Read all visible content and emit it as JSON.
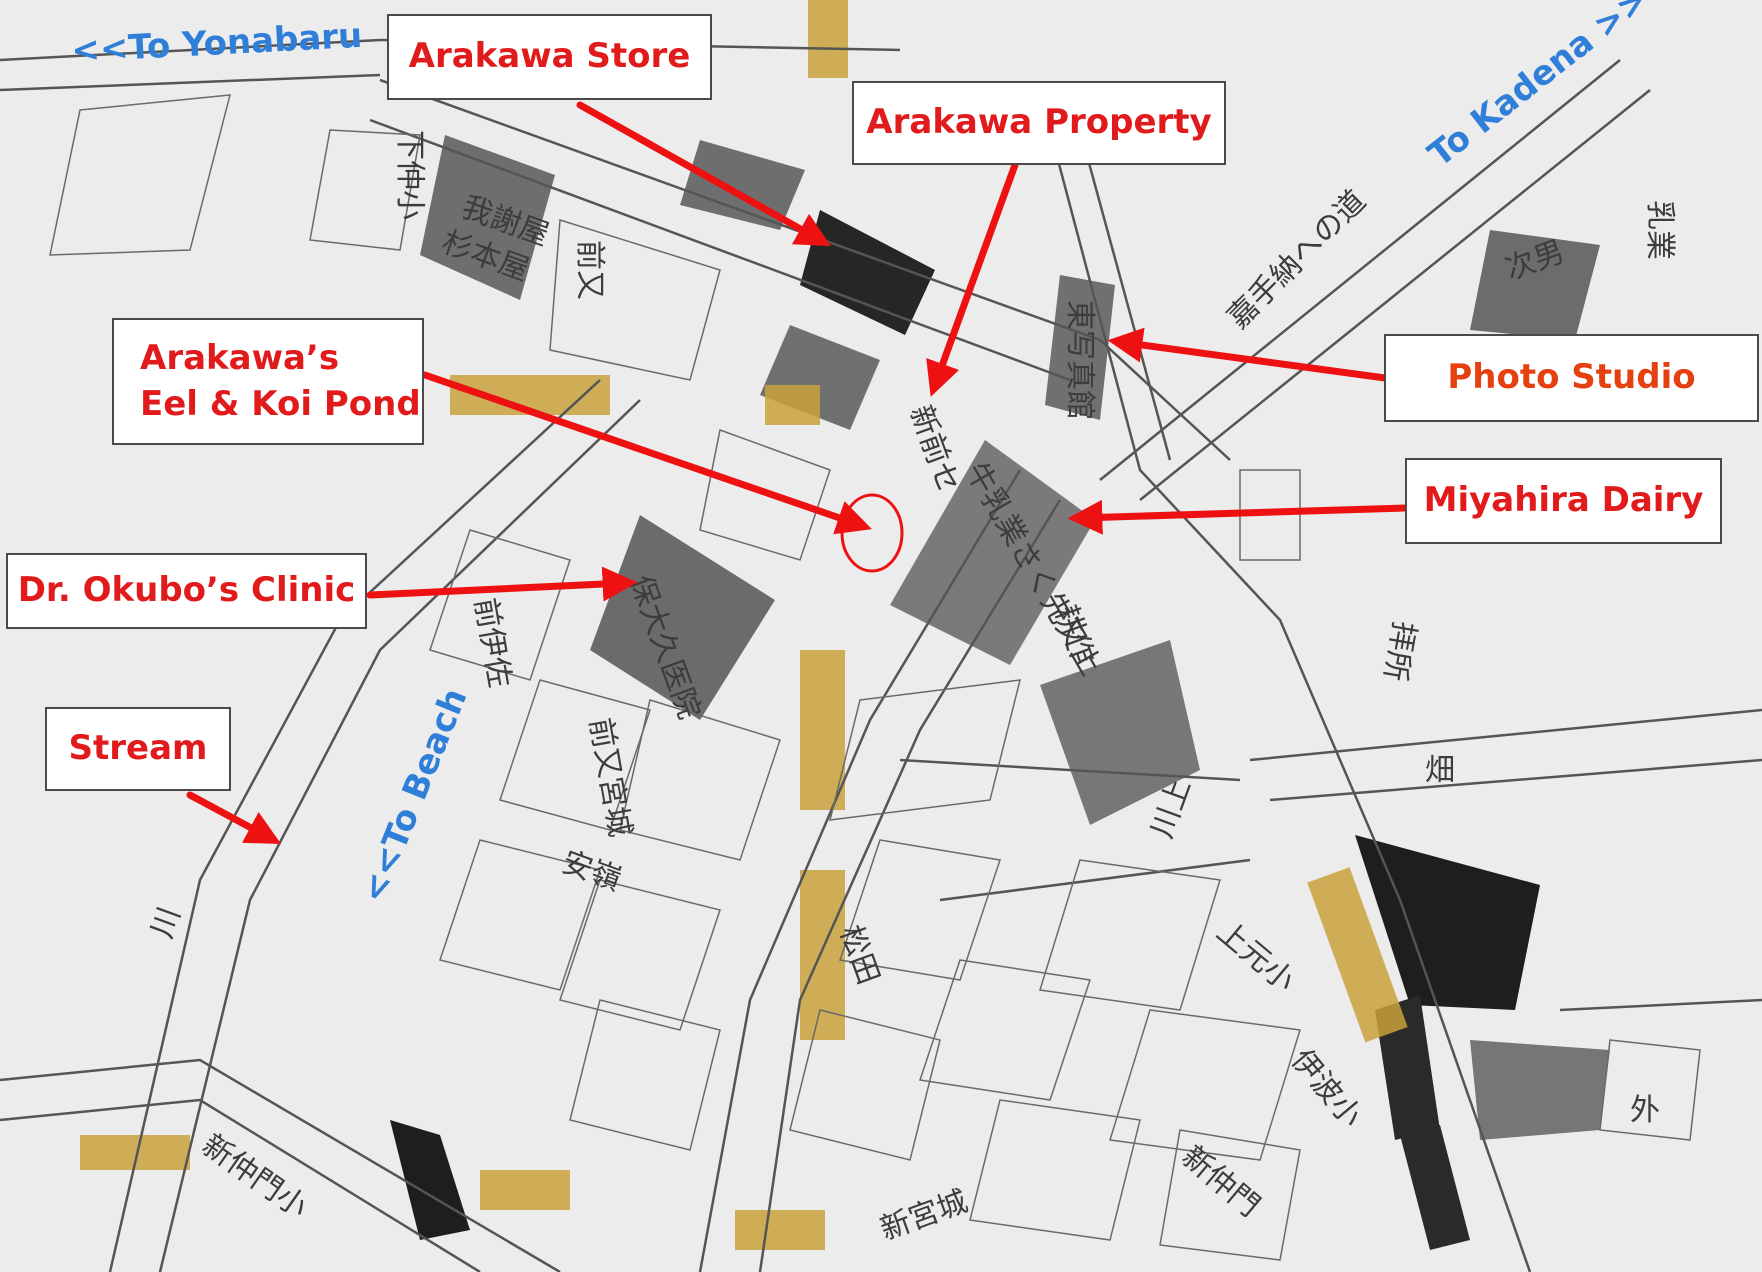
{
  "colors": {
    "paper": "#ececec",
    "road": "#555555",
    "callout_text": "#e11b1b",
    "photo_studio_text": "#e5400f",
    "arrow": "#ee1111",
    "direction_text": "#2f7fd8",
    "tape": "#c9a23c",
    "dark_lot": "#262626",
    "grey_lot": "#6e6e6e"
  },
  "callouts": {
    "arakawa_store": "Arakawa Store",
    "arakawa_property": "Arakawa Property",
    "eel_pond_line1": "Arakawa’s",
    "eel_pond_line2": "Eel & Koi Pond",
    "clinic": "Dr. Okubo’s Clinic",
    "stream": "Stream",
    "photo_studio": "Photo Studio",
    "dairy": "Miyahira Dairy"
  },
  "directions": {
    "yonabaru": "<<To Yonabaru",
    "kadena": "To Kadena >>",
    "beach": "<<To Beach"
  },
  "map_kanji": {
    "waga_shop": "我謝屋",
    "sugimoto": "杉本屋",
    "shimo_naka": "下仲小",
    "naka_i": "前又",
    "higashi_photo": "東写真館",
    "kadena_road": "嘉手納への道",
    "jiro": "次男",
    "nyugyo": "乳業",
    "shinmae": "新前セ",
    "dairy_lot": "牛乳業さく先又上",
    "okubo": "保大久医院",
    "kohi": "耕作",
    "haisho": "拝所",
    "hata": "畑",
    "shinnaka_bottom": "新仲門小",
    "soto": "外",
    "kawa": "川",
    "maeiha": "前伊佐",
    "shinmaemata": "前又宮城",
    "kawakami": "川上",
    "shinmiyagi": "新宮城",
    "akamine": "安嶺",
    "ue_gen": "上元小",
    "shinnakamon": "新仲門",
    "iha": "伊波小",
    "matsuda": "松田"
  }
}
